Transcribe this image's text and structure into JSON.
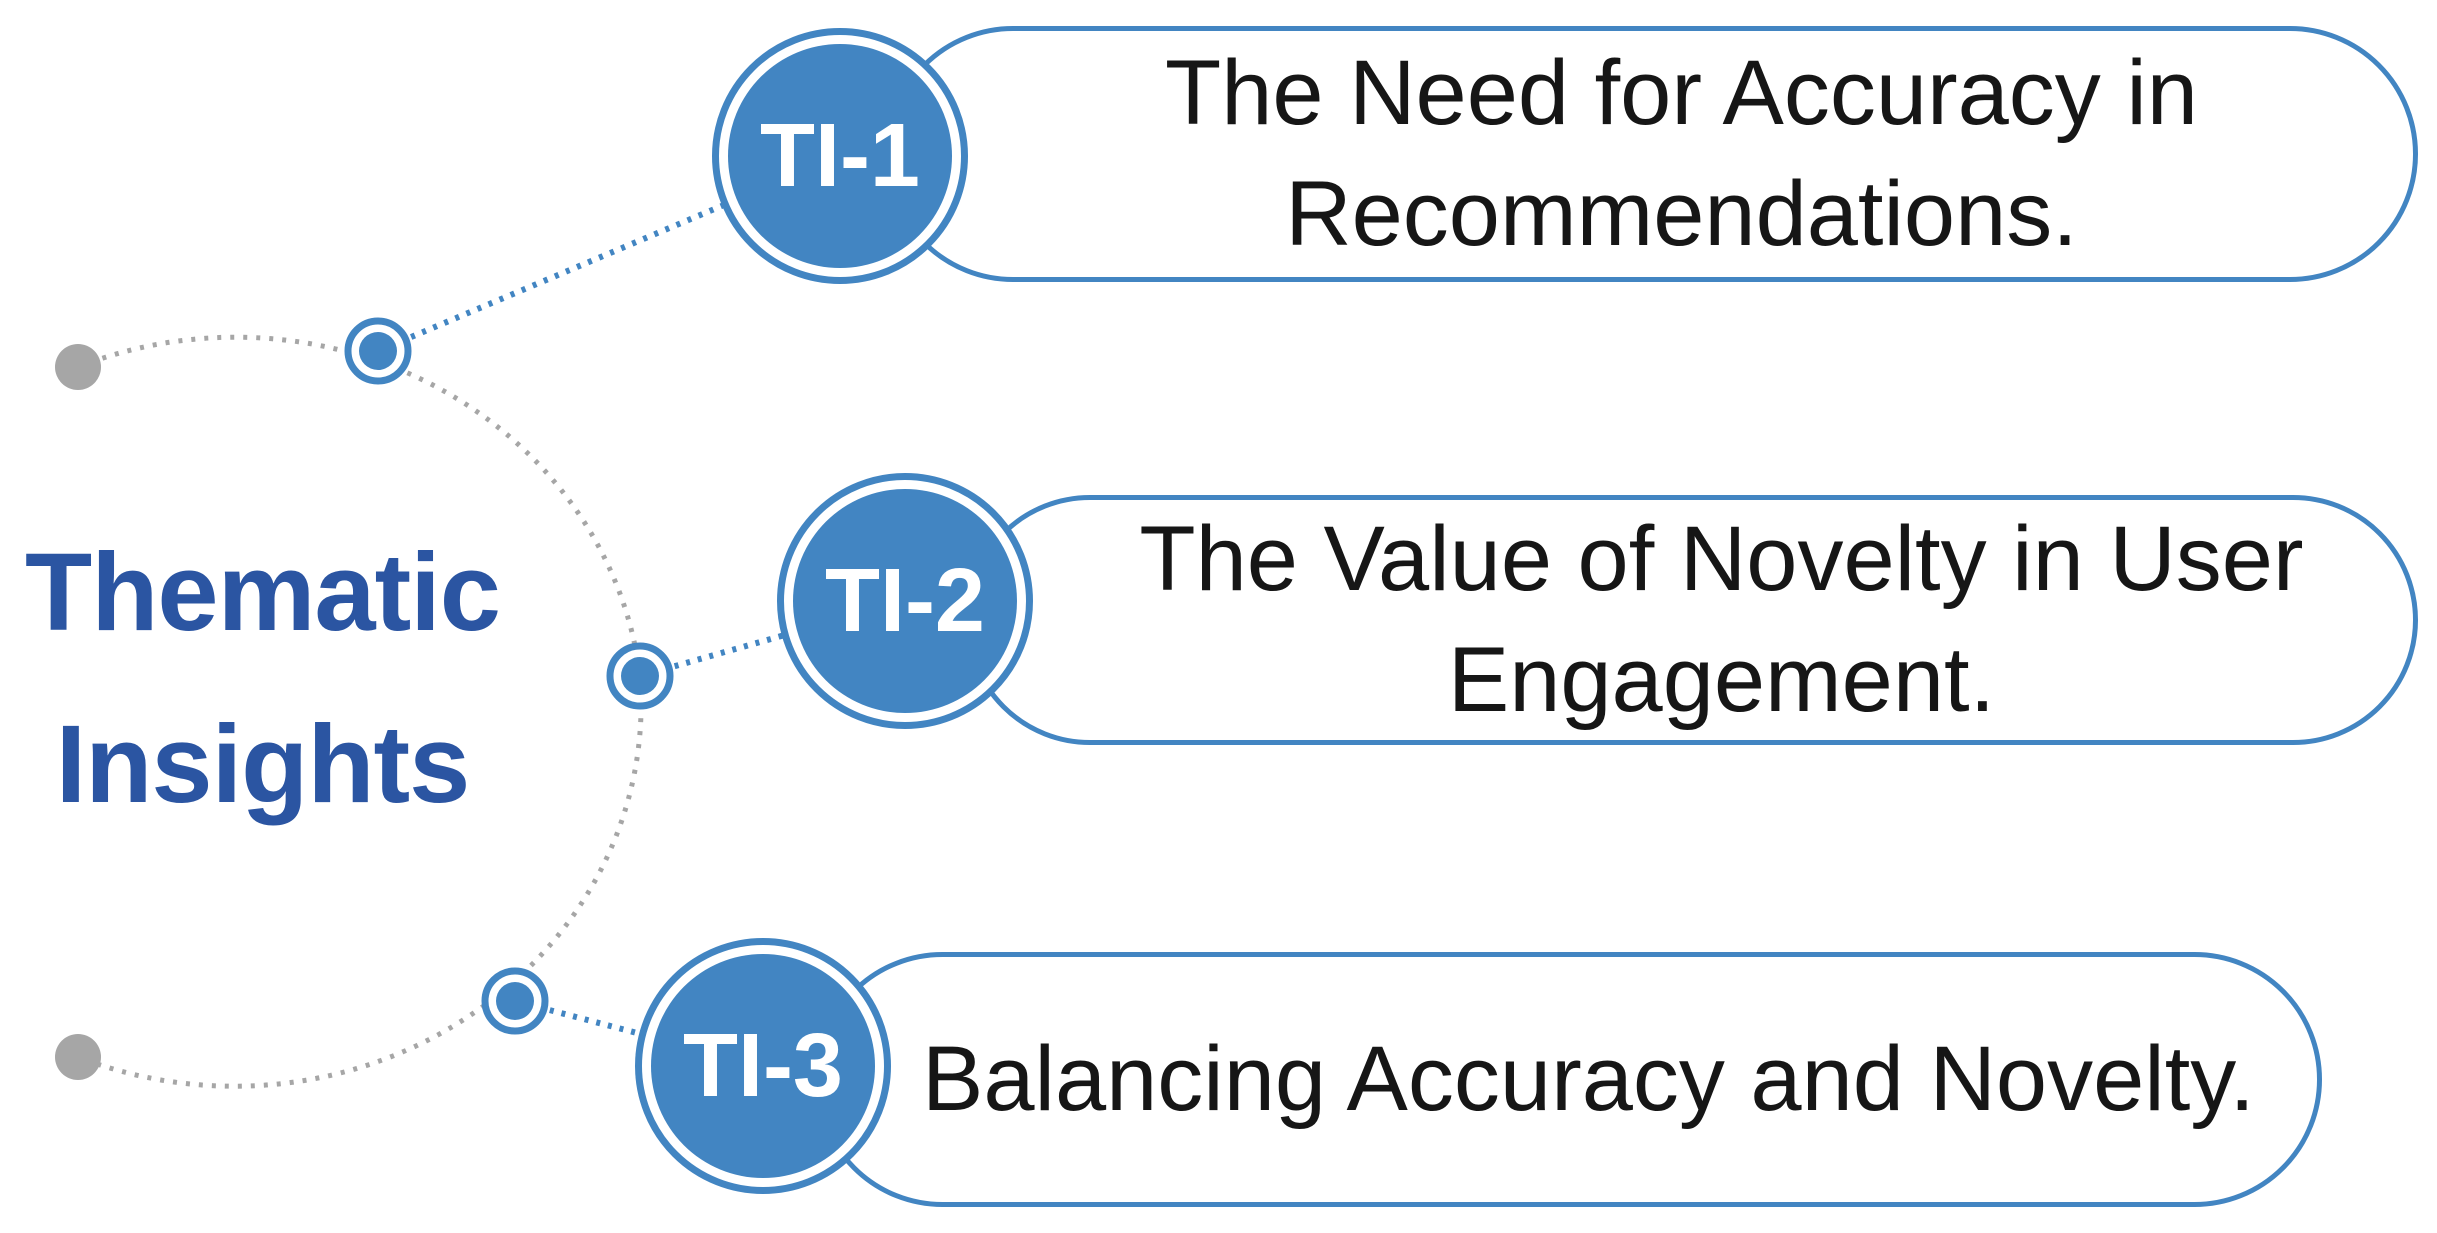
{
  "title": {
    "text": "Thematic Insights",
    "line1": "Thematic",
    "line2": "Insights"
  },
  "nodes": [
    {
      "badge": "TI-1",
      "text": "The Need for Accuracy in Recommendations."
    },
    {
      "badge": "TI-2",
      "text": "The Value of Novelty in User Engagement."
    },
    {
      "badge": "TI-3",
      "text": "Balancing Accuracy and Novelty."
    }
  ],
  "colors": {
    "accent_blue": "#4285c2",
    "title_blue": "#2b55a2",
    "connector_gray": "#a6a6a6",
    "body_text": "#161616",
    "background": "#ffffff"
  }
}
